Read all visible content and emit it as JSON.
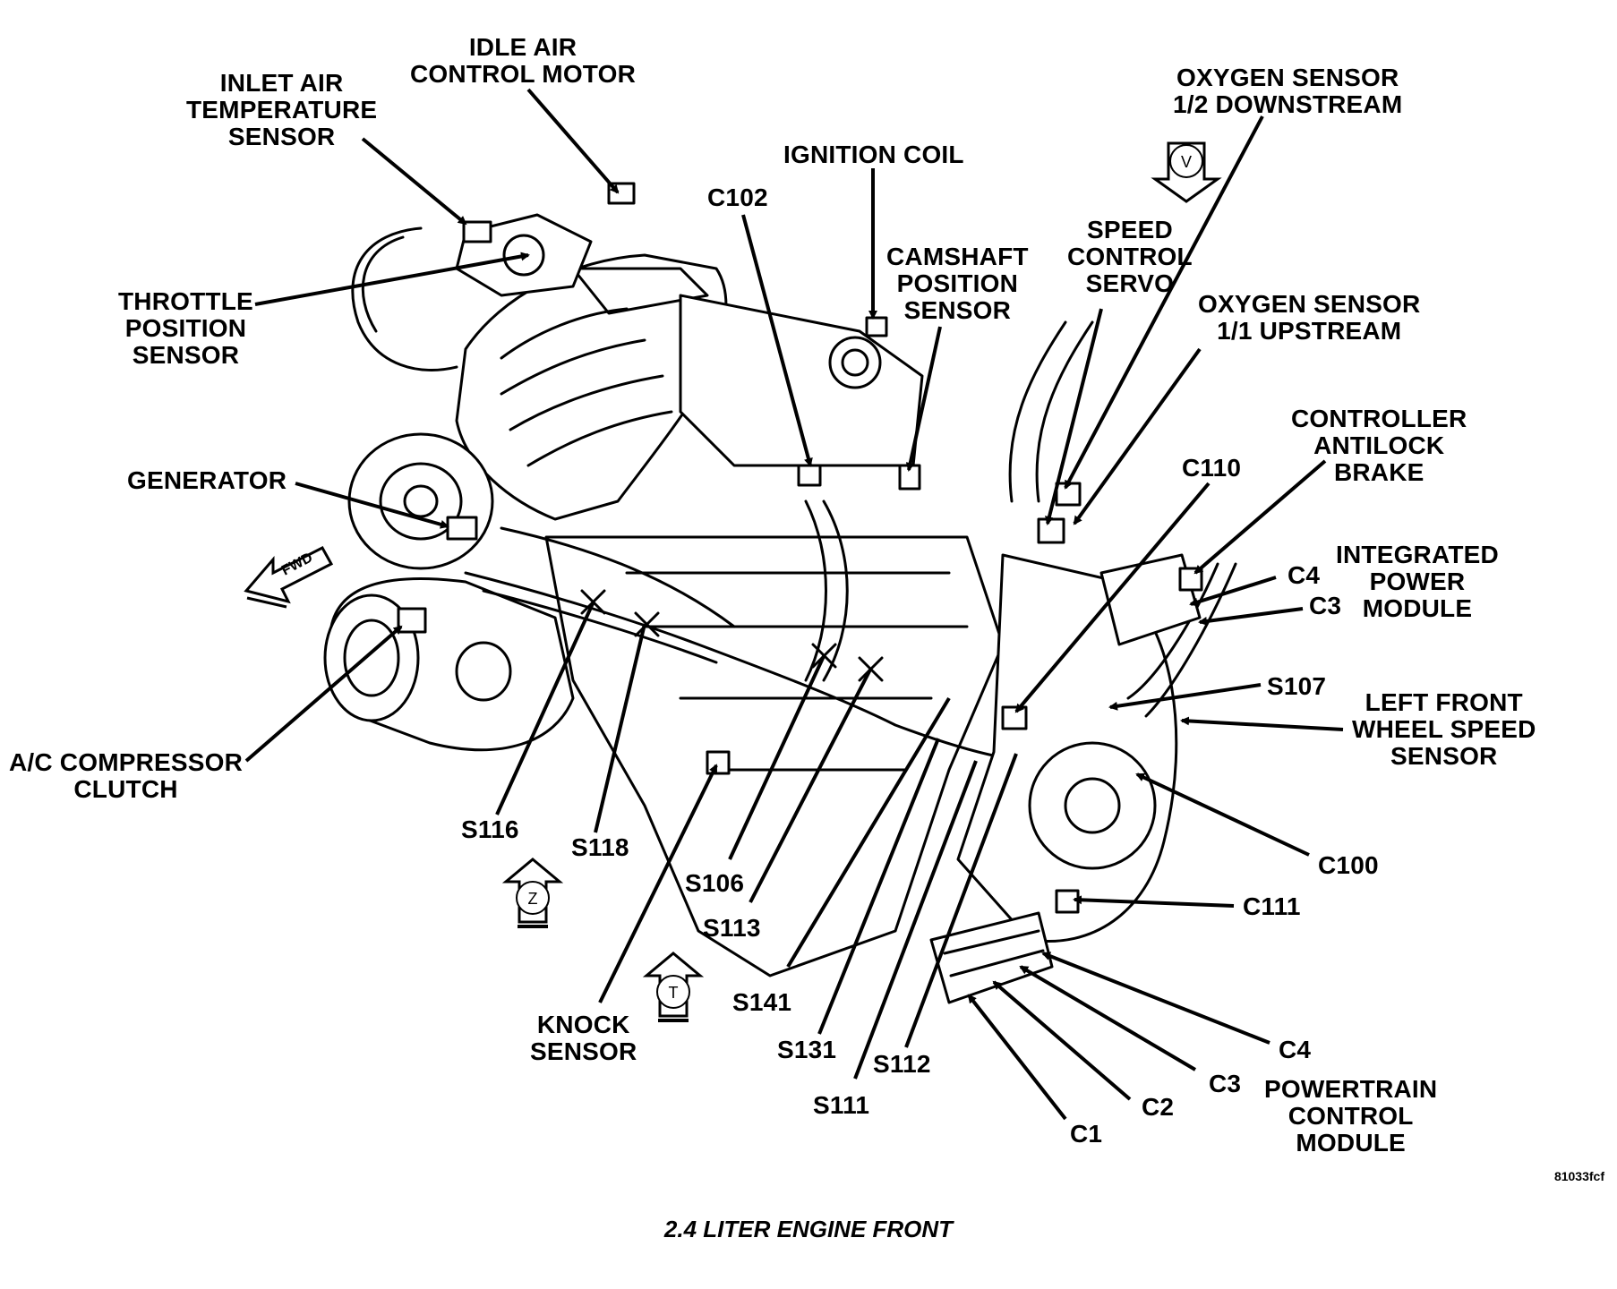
{
  "diagram": {
    "caption": "2.4 LITER ENGINE FRONT",
    "figure_id": "81033fcf",
    "direction_markers": {
      "fwd": "FWD",
      "view_v": "V",
      "view_z": "Z",
      "view_t": "T"
    },
    "labels": {
      "inlet_air_temperature_sensor": [
        "INLET AIR",
        "TEMPERATURE",
        "SENSOR"
      ],
      "idle_air_control_motor": [
        "IDLE AIR",
        "CONTROL MOTOR"
      ],
      "ignition_coil": [
        "IGNITION COIL"
      ],
      "c102": [
        "C102"
      ],
      "oxygen_sensor_downstream": [
        "OXYGEN SENSOR",
        "1/2 DOWNSTREAM"
      ],
      "speed_control_servo": [
        "SPEED",
        "CONTROL",
        "SERVO"
      ],
      "camshaft_position_sensor": [
        "CAMSHAFT",
        "POSITION",
        "SENSOR"
      ],
      "oxygen_sensor_upstream": [
        "OXYGEN SENSOR",
        "1/1 UPSTREAM"
      ],
      "throttle_position_sensor": [
        "THROTTLE",
        "POSITION",
        "SENSOR"
      ],
      "controller_antilock_brake": [
        "CONTROLLER",
        "ANTILOCK",
        "BRAKE"
      ],
      "generator": [
        "GENERATOR"
      ],
      "c110": [
        "C110"
      ],
      "integrated_power_module": [
        "INTEGRATED",
        "POWER",
        "MODULE"
      ],
      "c4_ipm": [
        "C4"
      ],
      "c3_ipm": [
        "C3"
      ],
      "s107": [
        "S107"
      ],
      "left_front_wheel_speed_sensor": [
        "LEFT FRONT",
        "WHEEL SPEED",
        "SENSOR"
      ],
      "ac_compressor_clutch": [
        "A/C COMPRESSOR",
        "CLUTCH"
      ],
      "c100": [
        "C100"
      ],
      "s116": [
        "S116"
      ],
      "s118": [
        "S118"
      ],
      "s106": [
        "S106"
      ],
      "c111": [
        "C111"
      ],
      "s113": [
        "S113"
      ],
      "s141": [
        "S141"
      ],
      "knock_sensor": [
        "KNOCK",
        "SENSOR"
      ],
      "s131": [
        "S131"
      ],
      "s112": [
        "S112"
      ],
      "s111": [
        "S111"
      ],
      "c4_pcm": [
        "C4"
      ],
      "c3_pcm": [
        "C3"
      ],
      "c2_pcm": [
        "C2"
      ],
      "c1_pcm": [
        "C1"
      ],
      "powertrain_control_module": [
        "POWERTRAIN",
        "CONTROL",
        "MODULE"
      ]
    }
  }
}
